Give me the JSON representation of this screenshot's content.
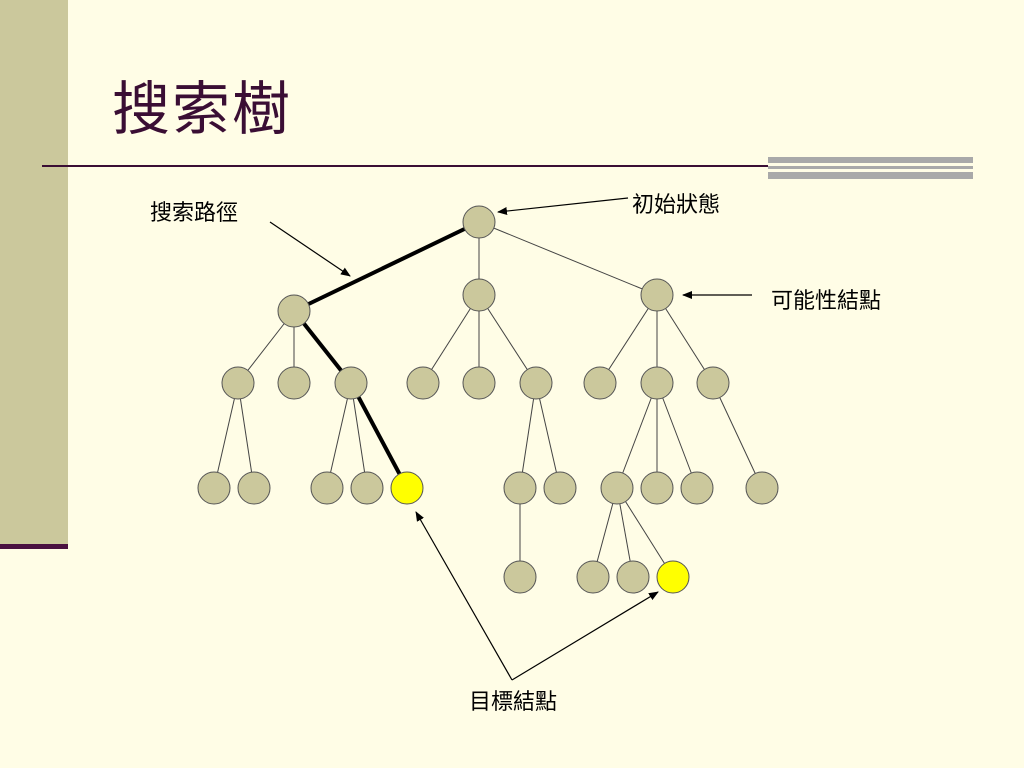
{
  "slide": {
    "title": "搜索樹",
    "labels": {
      "search_path": "搜索路徑",
      "initial_state": "初始狀態",
      "possible_node": "可能性結點",
      "goal_node": "目標結點"
    },
    "colors": {
      "background": "#FFFDE6",
      "accent": "#3A0E34",
      "node_fill": "#CBC89C",
      "goal_fill": "#FFFF00"
    }
  },
  "tree": {
    "nodes": [
      {
        "id": "root",
        "goal": false
      },
      {
        "id": "a",
        "goal": false
      },
      {
        "id": "b",
        "goal": false
      },
      {
        "id": "c",
        "goal": false
      },
      {
        "id": "a1",
        "goal": false
      },
      {
        "id": "a2",
        "goal": false
      },
      {
        "id": "a3",
        "goal": false
      },
      {
        "id": "b1",
        "goal": false
      },
      {
        "id": "b2",
        "goal": false
      },
      {
        "id": "b3",
        "goal": false
      },
      {
        "id": "c1",
        "goal": false
      },
      {
        "id": "c2",
        "goal": false
      },
      {
        "id": "c3",
        "goal": false
      },
      {
        "id": "a1a",
        "goal": false
      },
      {
        "id": "a1b",
        "goal": false
      },
      {
        "id": "a3a",
        "goal": false
      },
      {
        "id": "a3b",
        "goal": false
      },
      {
        "id": "a3c",
        "goal": true
      },
      {
        "id": "b3a",
        "goal": false
      },
      {
        "id": "b3b",
        "goal": false
      },
      {
        "id": "c2a",
        "goal": false
      },
      {
        "id": "c2b",
        "goal": false
      },
      {
        "id": "c2c",
        "goal": false
      },
      {
        "id": "c3a",
        "goal": false
      },
      {
        "id": "b3a1",
        "goal": false
      },
      {
        "id": "c2a1",
        "goal": false
      },
      {
        "id": "c2a2",
        "goal": false
      },
      {
        "id": "c2a3",
        "goal": true
      }
    ],
    "edges": [
      {
        "from": "root",
        "to": "a",
        "path": true
      },
      {
        "from": "root",
        "to": "b",
        "path": false
      },
      {
        "from": "root",
        "to": "c",
        "path": false
      },
      {
        "from": "a",
        "to": "a1",
        "path": false
      },
      {
        "from": "a",
        "to": "a2",
        "path": false
      },
      {
        "from": "a",
        "to": "a3",
        "path": true
      },
      {
        "from": "b",
        "to": "b1",
        "path": false
      },
      {
        "from": "b",
        "to": "b2",
        "path": false
      },
      {
        "from": "b",
        "to": "b3",
        "path": false
      },
      {
        "from": "c",
        "to": "c1",
        "path": false
      },
      {
        "from": "c",
        "to": "c2",
        "path": false
      },
      {
        "from": "c",
        "to": "c3",
        "path": false
      },
      {
        "from": "a1",
        "to": "a1a",
        "path": false
      },
      {
        "from": "a1",
        "to": "a1b",
        "path": false
      },
      {
        "from": "a3",
        "to": "a3a",
        "path": false
      },
      {
        "from": "a3",
        "to": "a3b",
        "path": false
      },
      {
        "from": "a3",
        "to": "a3c",
        "path": true
      },
      {
        "from": "b3",
        "to": "b3a",
        "path": false
      },
      {
        "from": "b3",
        "to": "b3b",
        "path": false
      },
      {
        "from": "c2",
        "to": "c2a",
        "path": false
      },
      {
        "from": "c2",
        "to": "c2b",
        "path": false
      },
      {
        "from": "c2",
        "to": "c2c",
        "path": false
      },
      {
        "from": "c3",
        "to": "c3a",
        "path": false
      },
      {
        "from": "b3a",
        "to": "b3a1",
        "path": false
      },
      {
        "from": "c2a",
        "to": "c2a1",
        "path": false
      },
      {
        "from": "c2a",
        "to": "c2a2",
        "path": false
      },
      {
        "from": "c2a",
        "to": "c2a3",
        "path": false
      }
    ]
  }
}
